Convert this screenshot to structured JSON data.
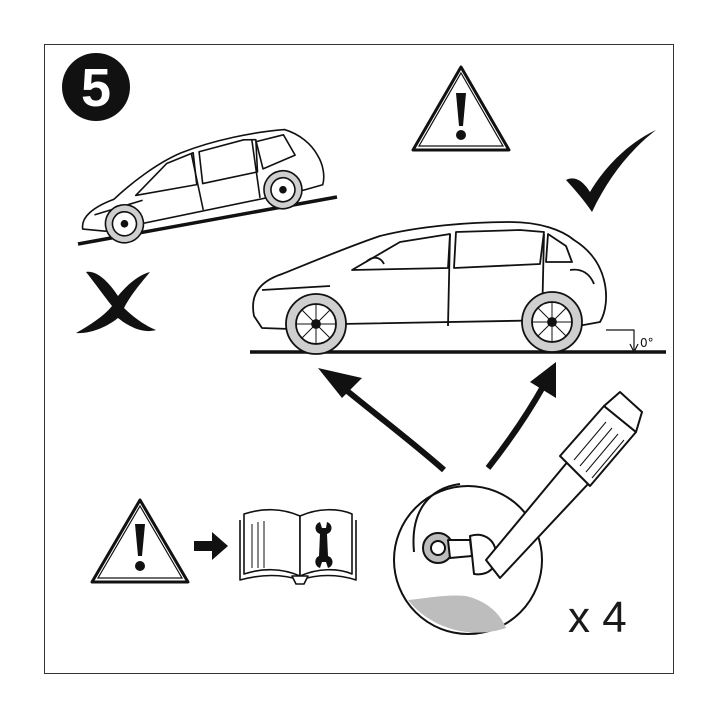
{
  "step": {
    "number": "5"
  },
  "level_angle": {
    "label": "0°"
  },
  "quantity": {
    "label": "x 4"
  },
  "colors": {
    "line": "#111111",
    "tire": "#cfcfcf",
    "accent_fill": "#bdbdbd",
    "background": "#ffffff"
  },
  "icons": {
    "step_badge": "step-number-badge",
    "warning_top": "warning-triangle-icon",
    "check": "checkmark-icon",
    "cross": "cross-icon",
    "warning_bottom": "warning-triangle-icon",
    "manual": "manual-book-wrench-icon",
    "pressure_tool": "tire-valve-gauge-icon"
  }
}
